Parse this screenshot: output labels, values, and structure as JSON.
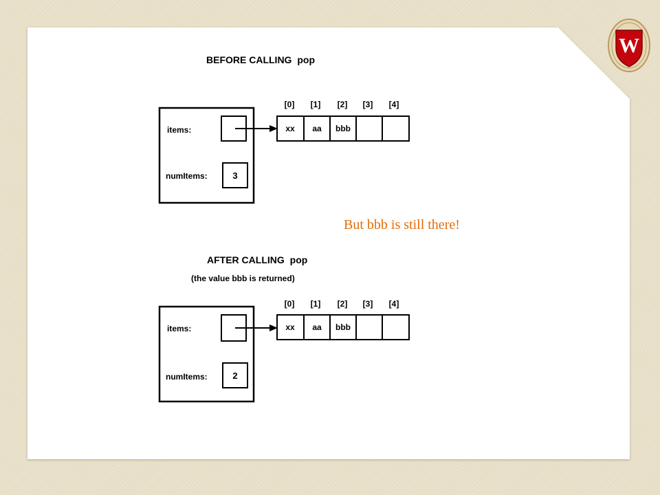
{
  "before": {
    "title_main": "BEFORE CALLING",
    "title_op": "pop",
    "indices": [
      "[0]",
      "[1]",
      "[2]",
      "[3]",
      "[4]"
    ],
    "items_label": "items:",
    "numitems_label": "numItems:",
    "numitems_value": "3",
    "cells": [
      "xx",
      "aa",
      "bbb",
      "",
      ""
    ]
  },
  "after": {
    "title_main": "AFTER CALLING",
    "title_op": "pop",
    "subtitle": "(the value bbb is returned)",
    "indices": [
      "[0]",
      "[1]",
      "[2]",
      "[3]",
      "[4]"
    ],
    "items_label": "items:",
    "numitems_label": "numItems:",
    "numitems_value": "2",
    "cells": [
      "xx",
      "aa",
      "bbb",
      "",
      ""
    ]
  },
  "note": {
    "text": "But bbb is still there!",
    "color": "#e36c09"
  },
  "logo": {
    "icon": "uw-crest-icon",
    "letter": "W",
    "shield_color": "#c5050c"
  }
}
